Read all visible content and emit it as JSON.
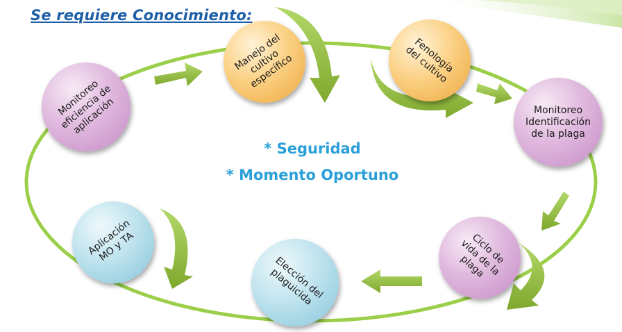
{
  "title": "Se requiere Conocimiento:",
  "center": {
    "line1": "* Seguridad",
    "line2": "* Momento Oportuno"
  },
  "nodes": [
    {
      "id": "monitoreo-eficiencia",
      "label": "Monitoreo\neficiencia de\naplicación",
      "color": "purple"
    },
    {
      "id": "manejo-cultivo",
      "label": "Manejo del\ncultivo\nespecífico",
      "color": "orange"
    },
    {
      "id": "fenologia",
      "label": "Fenología\ndel cultivo",
      "color": "orange"
    },
    {
      "id": "monitoreo-identificacion",
      "label": "Monitoreo\nIdentificación\nde la plaga",
      "color": "purple"
    },
    {
      "id": "ciclo-vida",
      "label": "Ciclo de\nvida de la\nplaga",
      "color": "purple"
    },
    {
      "id": "eleccion-plaguicida",
      "label": "Elección del\nplaguicida",
      "color": "blue"
    },
    {
      "id": "aplicacion",
      "label": "Aplicación\nMO  y TA",
      "color": "blue"
    }
  ],
  "colors": {
    "title": "#1f5fa8",
    "center_text": "#2a9fd8",
    "cycle_line": "#9bcf4a",
    "arrow": "#8cb83a"
  }
}
